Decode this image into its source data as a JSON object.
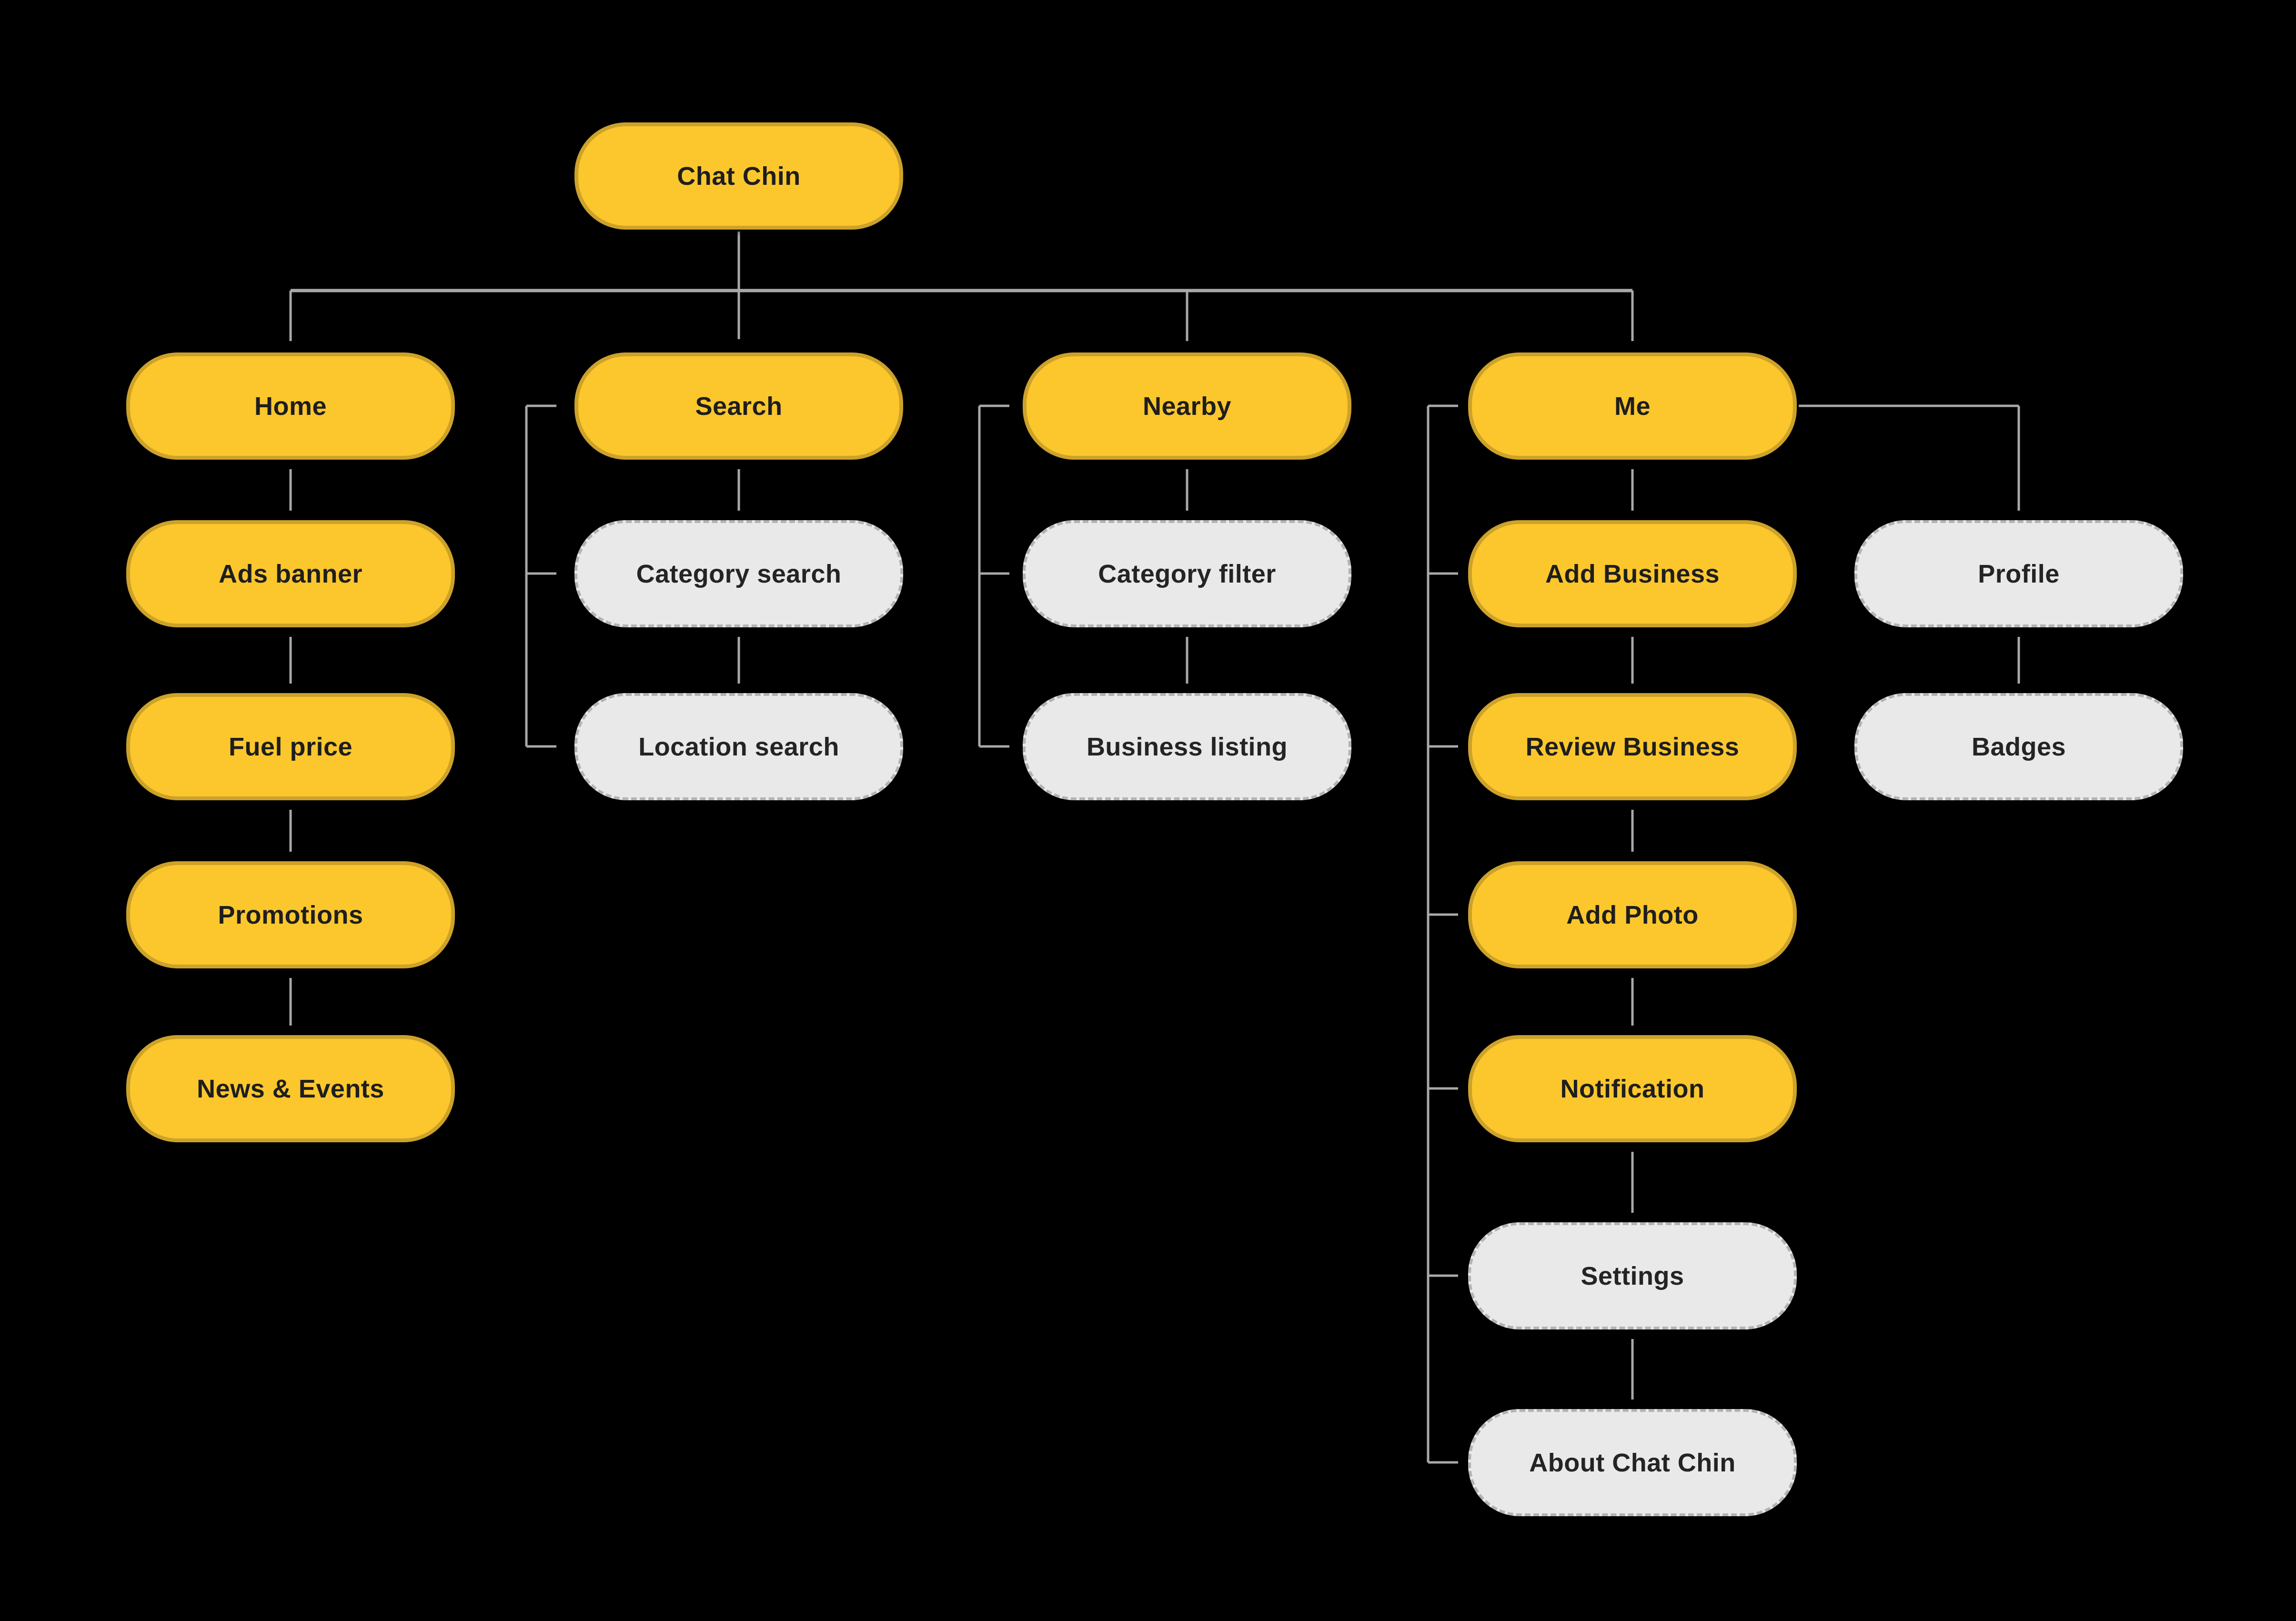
{
  "colors": {
    "background": "#000000",
    "primary_node_fill": "#FCC72D",
    "primary_node_border": "#CDA22A",
    "secondary_node_fill": "#E9E9E9",
    "secondary_node_border": "#B3B3B3",
    "connector_line": "#A9A9A9",
    "node_text": "#1E1E1E"
  },
  "tree": {
    "root": {
      "label": "Chat Chin",
      "style": "solid-yellow"
    },
    "children": [
      {
        "label": "Home",
        "style": "solid-yellow",
        "children": [
          {
            "label": "Ads banner",
            "style": "solid-yellow"
          },
          {
            "label": "Fuel price",
            "style": "solid-yellow"
          },
          {
            "label": "Promotions",
            "style": "solid-yellow"
          },
          {
            "label": "News & Events",
            "style": "solid-yellow"
          }
        ]
      },
      {
        "label": "Search",
        "style": "solid-yellow",
        "children": [
          {
            "label": "Category search",
            "style": "dashed-gray"
          },
          {
            "label": "Location search",
            "style": "dashed-gray"
          }
        ]
      },
      {
        "label": "Nearby",
        "style": "solid-yellow",
        "children": [
          {
            "label": "Category filter",
            "style": "dashed-gray"
          },
          {
            "label": "Business listing",
            "style": "dashed-gray"
          }
        ]
      },
      {
        "label": "Me",
        "style": "solid-yellow",
        "children": [
          {
            "label": "Add Business",
            "style": "solid-yellow"
          },
          {
            "label": "Review Business",
            "style": "solid-yellow"
          },
          {
            "label": "Add Photo",
            "style": "solid-yellow"
          },
          {
            "label": "Notification",
            "style": "solid-yellow"
          },
          {
            "label": "Settings",
            "style": "dashed-gray"
          },
          {
            "label": "About Chat Chin",
            "style": "dashed-gray"
          }
        ],
        "side_child": {
          "label": "Profile",
          "style": "dashed-gray",
          "children": [
            {
              "label": "Badges",
              "style": "dashed-gray"
            }
          ]
        }
      }
    ]
  }
}
